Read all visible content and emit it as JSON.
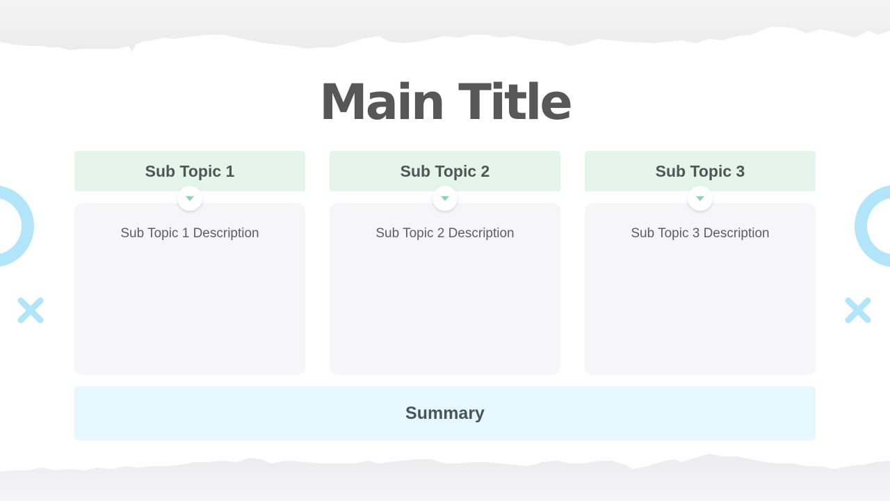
{
  "slide": {
    "title": "Main Title",
    "topics": [
      {
        "heading": "Sub Topic 1",
        "description": "Sub Topic 1 Description"
      },
      {
        "heading": "Sub Topic 2",
        "description": "Sub Topic 2 Description"
      },
      {
        "heading": "Sub Topic 3",
        "description": "Sub Topic 3 Description"
      }
    ],
    "summary": "Summary"
  },
  "colors": {
    "title": "#575757",
    "topic_header_bg": "#e5f4ec",
    "topic_body_bg": "#f6f5f7",
    "summary_bg": "#e6f7fd",
    "arrow": "#8fd3b5",
    "decoration": "#b3e5fa"
  },
  "icons": {
    "arrow": "triangle-down-icon",
    "ring": "ring-icon",
    "cross": "x-cross-icon"
  }
}
